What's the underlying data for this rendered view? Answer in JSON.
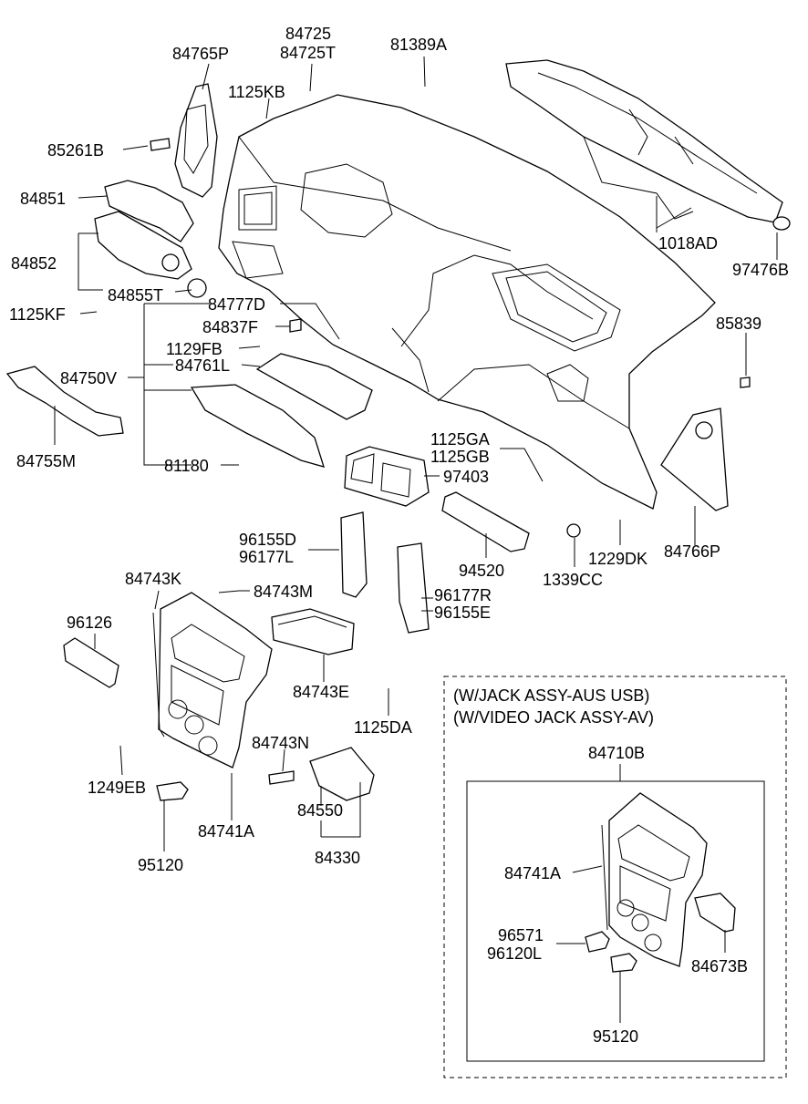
{
  "labels": {
    "p84765P": "84765P",
    "p84725": "84725",
    "p84725T": "84725T",
    "p81389A": "81389A",
    "p1125KB": "1125KB",
    "p85261B": "85261B",
    "p84851": "84851",
    "p84852": "84852",
    "p84855T": "84855T",
    "p1125KF": "1125KF",
    "p84777D": "84777D",
    "p84837F": "84837F",
    "p1129FB": "1129FB",
    "p84761L": "84761L",
    "p84750V": "84750V",
    "p84755M": "84755M",
    "p81180": "81180",
    "p1018AD": "1018AD",
    "p97476B": "97476B",
    "p85839": "85839",
    "p1125GA": "1125GA",
    "p1125GB": "1125GB",
    "p97403": "97403",
    "p96155D": "96155D",
    "p96177L": "96177L",
    "p94520": "94520",
    "p1339CC": "1339CC",
    "p1229DK": "1229DK",
    "p84766P": "84766P",
    "p84743K": "84743K",
    "p84743M": "84743M",
    "p96177R": "96177R",
    "p96155E": "96155E",
    "p96126": "96126",
    "p84743E": "84743E",
    "p1125DA": "1125DA",
    "p84743N": "84743N",
    "p1249EB": "1249EB",
    "p84550": "84550",
    "p84330": "84330",
    "p84741A": "84741A",
    "p95120": "95120"
  },
  "inset": {
    "note1": "(W/JACK ASSY-AUS  USB)",
    "note2": "(W/VIDEO JACK ASSY-AV)",
    "p84710B": "84710B",
    "p84741A": "84741A",
    "p96571": "96571",
    "p96120L": "96120L",
    "p84673B": "84673B",
    "p95120": "95120"
  }
}
